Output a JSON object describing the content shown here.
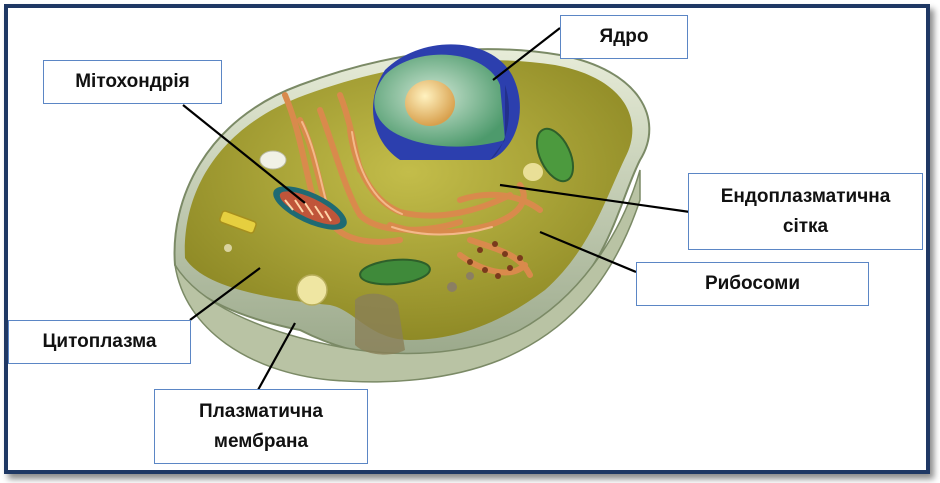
{
  "labels": {
    "nucleus": "Ядро",
    "mitochondria": "Мітохондрія",
    "er_line1": "Ендоплазматична",
    "er_line2": "сітка",
    "ribosomes": "Рибосоми",
    "cytoplasm": "Цитоплазма",
    "membrane_line1": "Плазматична",
    "membrane_line2": "мембрана"
  },
  "colors": {
    "frame_border": "#1f3864",
    "label_border": "#5b86c5",
    "cytoplasm": "#b4ad3a",
    "membrane": "#d4dcc4",
    "nucleus_envelope": "#2c3fae",
    "nucleus_inner": "#5fa87a",
    "nucleolus": "#f2d58a",
    "er": "#d98a4c",
    "mitochondria_outer": "#1f6a73",
    "mitochondria_inner": "#c0553a",
    "vacuole": "#3f8a3a"
  }
}
